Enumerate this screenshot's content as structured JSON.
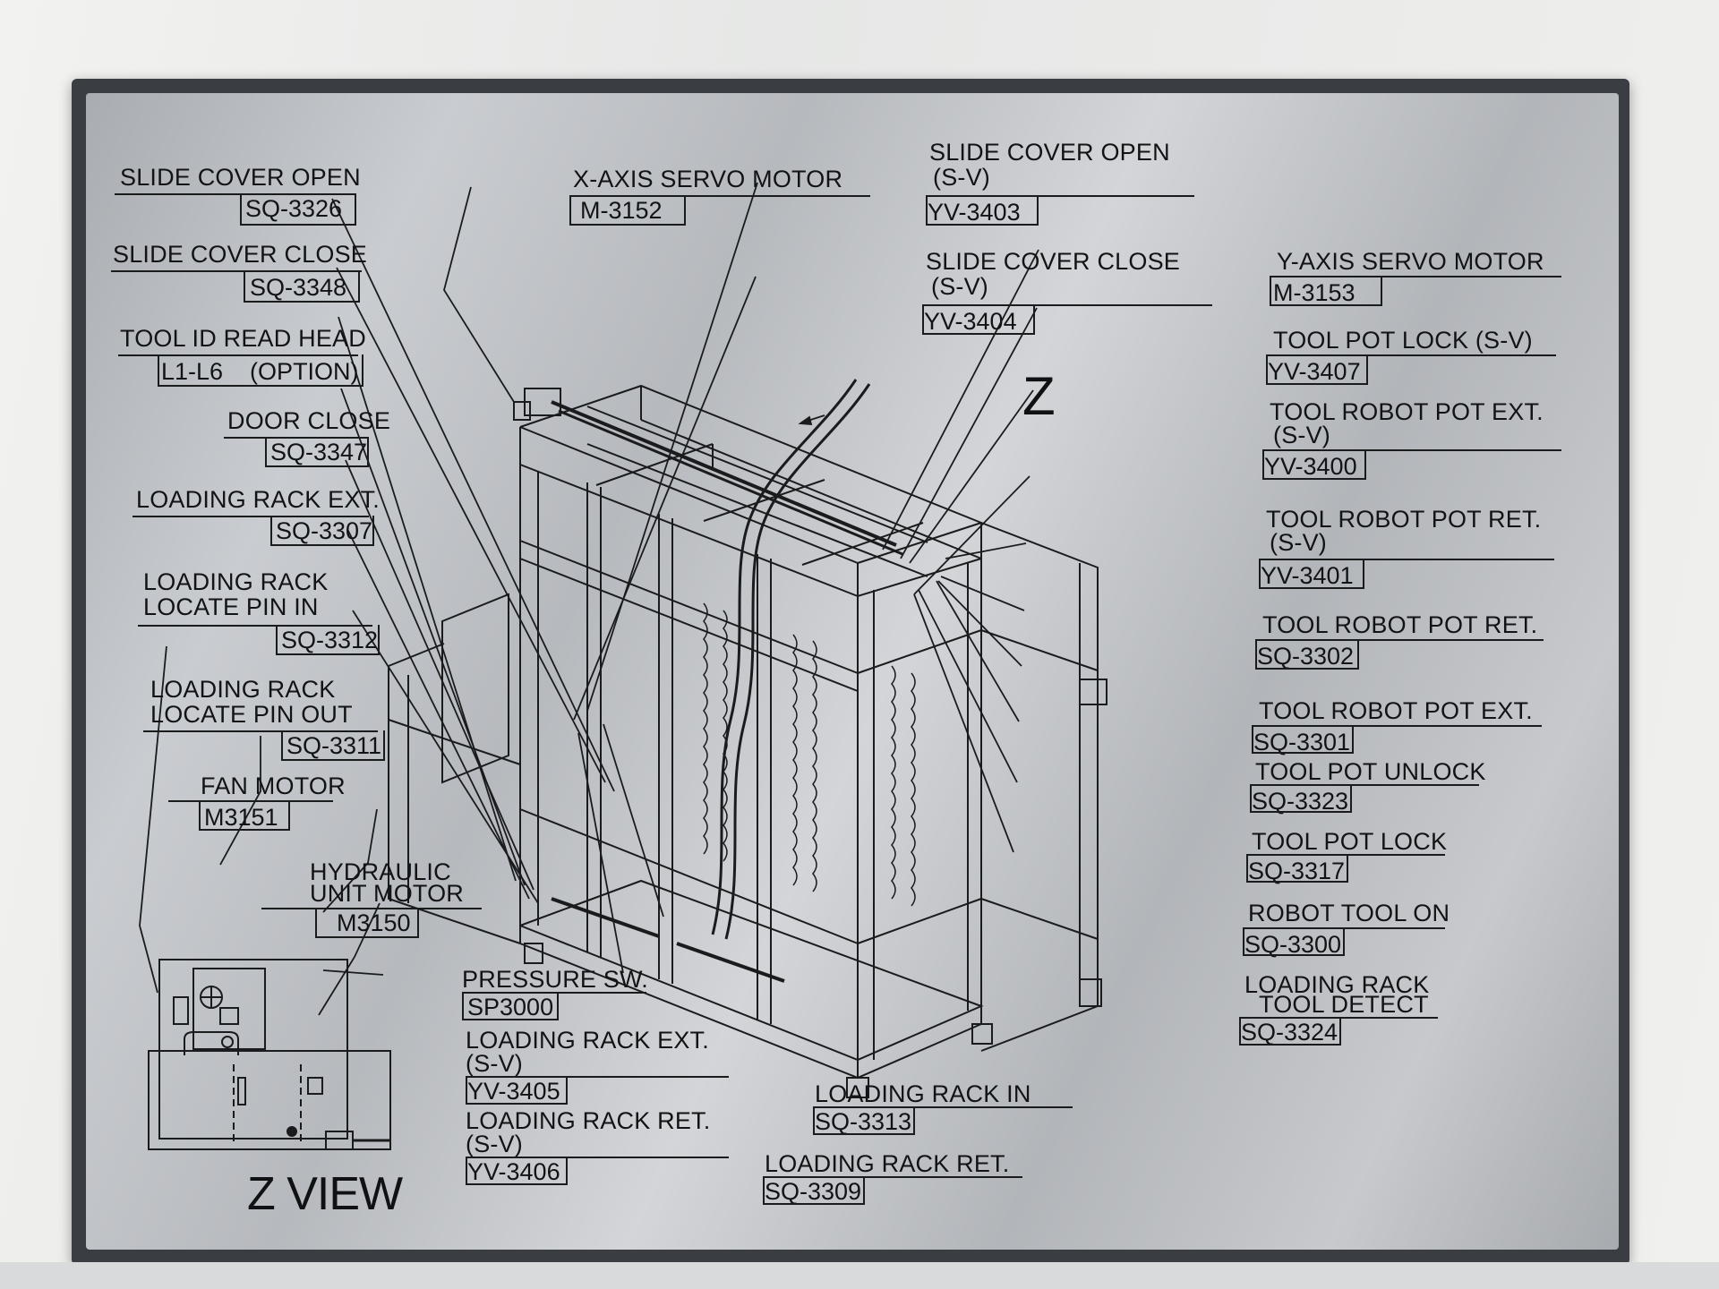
{
  "labels": {
    "slide_cover_open_left": "SLIDE COVER OPEN",
    "sq3326": "SQ-3326",
    "slide_cover_close_left": "SLIDE COVER CLOSE",
    "sq3348": "SQ-3348",
    "tool_id_read_head": "TOOL ID READ HEAD",
    "l1_l6_option": "L1-L6    (OPTION)",
    "door_close": "DOOR CLOSE",
    "sq3347": "SQ-3347",
    "loading_rack_ext_left": "LOADING RACK EXT.",
    "sq3307": "SQ-3307",
    "loading_rack_locate_pin_in_1": "LOADING RACK",
    "loading_rack_locate_pin_in_2": "LOCATE PIN IN",
    "sq3312": "SQ-3312",
    "loading_rack_locate_pin_out_1": "LOADING RACK",
    "loading_rack_locate_pin_out_2": "LOCATE PIN OUT",
    "sq3311": "SQ-3311",
    "fan_motor": "FAN MOTOR",
    "m3151": "M3151",
    "hydraulic_unit_motor_1": "HYDRAULIC",
    "hydraulic_unit_motor_2": "UNIT MOTOR",
    "m3150": "M3150",
    "x_axis_servo_motor": "X-AXIS SERVO MOTOR",
    "m3152": "M-3152",
    "slide_cover_open_sv_1": "SLIDE COVER OPEN",
    "slide_cover_open_sv_2": "(S-V)",
    "yv3403": "YV-3403",
    "slide_cover_close_sv_1": "SLIDE COVER CLOSE",
    "slide_cover_close_sv_2": "(S-V)",
    "yv3404": "YV-3404",
    "y_axis_servo_motor": "Y-AXIS SERVO MOTOR",
    "m3153": "M-3153",
    "tool_pot_lock_sv": "TOOL POT LOCK (S-V)",
    "yv3407": "YV-3407",
    "tool_robot_pot_ext_sv_1": "TOOL ROBOT POT EXT.",
    "tool_robot_pot_ext_sv_2": "(S-V)",
    "yv3400": "YV-3400",
    "tool_robot_pot_ret_sv_1": "TOOL ROBOT POT RET.",
    "tool_robot_pot_ret_sv_2": "(S-V)",
    "yv3401": "YV-3401",
    "tool_robot_pot_ret": "TOOL ROBOT POT RET.",
    "sq3302": "SQ-3302",
    "tool_robot_pot_ext": "TOOL ROBOT POT EXT.",
    "sq3301": "SQ-3301",
    "tool_pot_unlock": "TOOL POT UNLOCK",
    "sq3323": "SQ-3323",
    "tool_pot_lock": "TOOL POT LOCK",
    "sq3317": "SQ-3317",
    "robot_tool_on": "ROBOT TOOL ON",
    "sq3300": "SQ-3300",
    "loading_rack_tool_detect_1": "LOADING RACK",
    "loading_rack_tool_detect_2": "TOOL DETECT",
    "sq3324": "SQ-3324",
    "pressure_sw": "PRESSURE SW.",
    "sp3000": "SP3000",
    "loading_rack_ext_sv_1": "LOADING RACK EXT.",
    "loading_rack_ext_sv_2": "(S-V)",
    "yv3405": "YV-3405",
    "loading_rack_ret_sv_1": "LOADING RACK RET.",
    "loading_rack_ret_sv_2": "(S-V)",
    "yv3406": "YV-3406",
    "loading_rack_in": "LOADING RACK IN",
    "sq3313": "SQ-3313",
    "loading_rack_ret": "LOADING RACK RET.",
    "sq3309": "SQ-3309",
    "z_marker": "Z",
    "z_view": "Z VIEW"
  },
  "colors": {
    "plate": "#c0c3c7",
    "ink": "#121315",
    "cabinet": "#efefed"
  },
  "icons": {
    "hydraulic_pump": "pump-unit-icon",
    "rack_frame": "tool-rack-frame-drawing"
  }
}
